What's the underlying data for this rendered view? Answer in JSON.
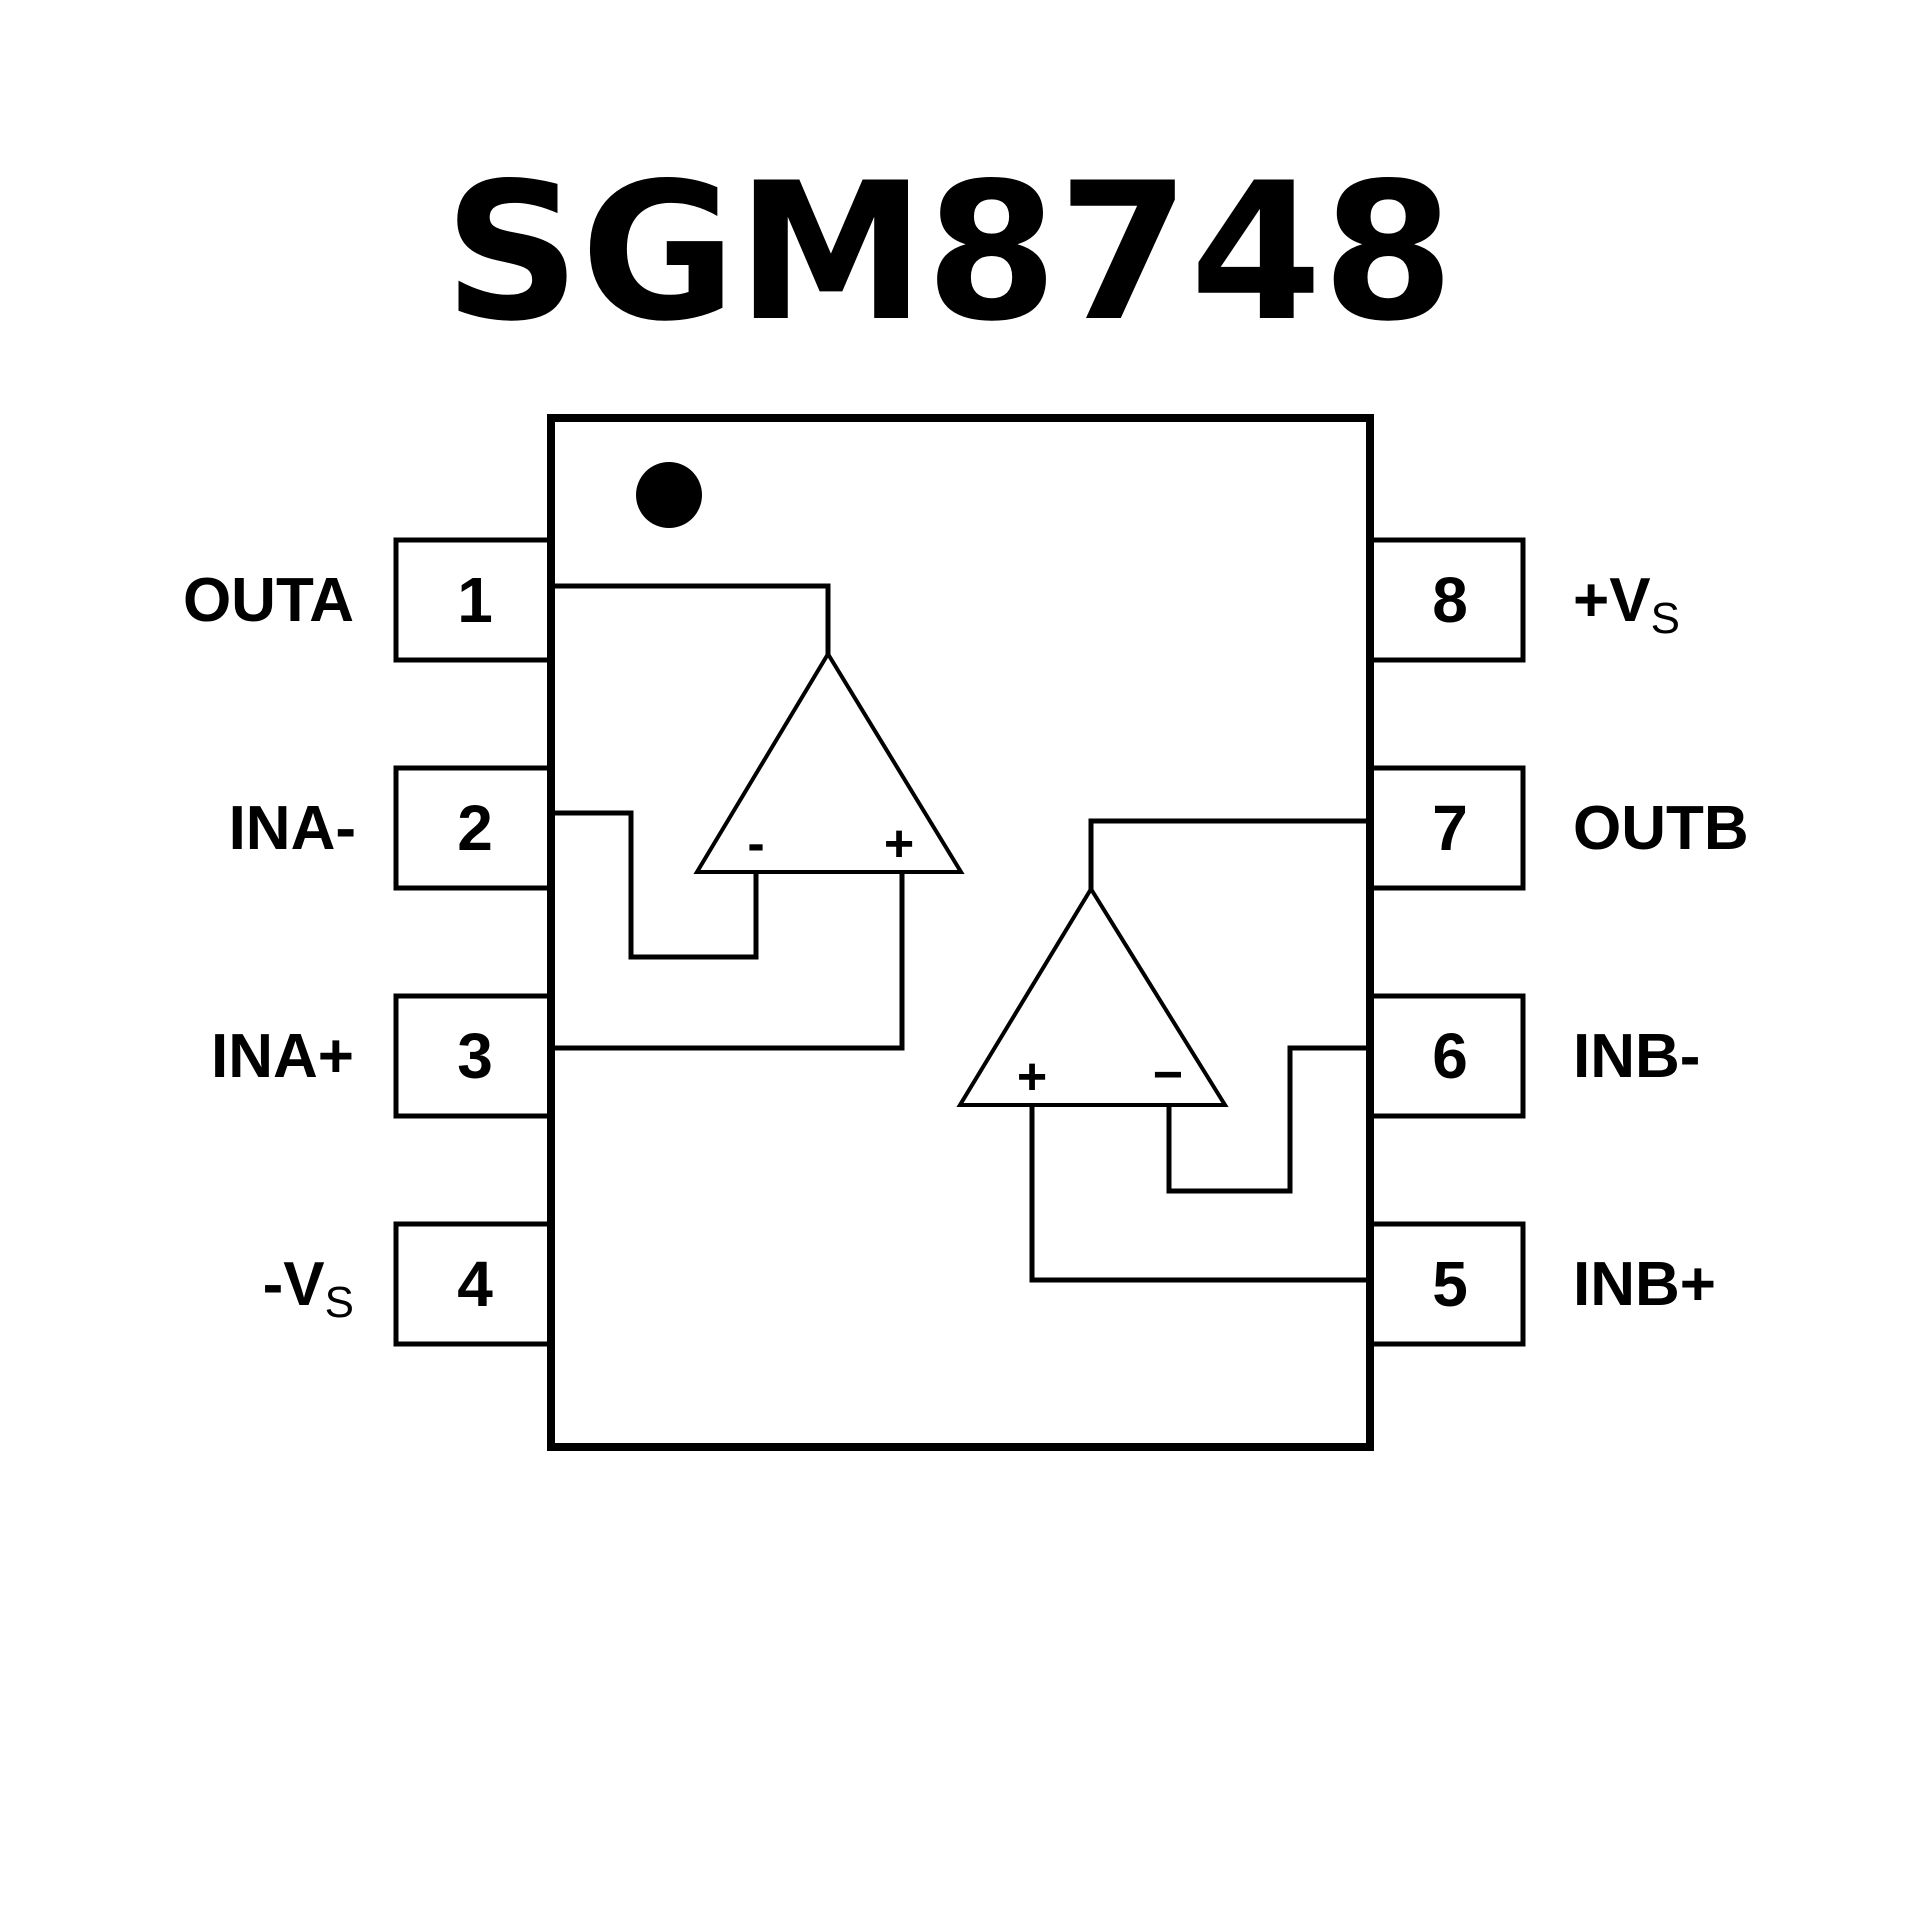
{
  "title": "SGM8748",
  "package": {
    "pin1_marker": "pin-1-indicator-dot",
    "left_pins": [
      {
        "number": "1",
        "label": "OUTA",
        "sub": ""
      },
      {
        "number": "2",
        "label": "INA-",
        "sub": ""
      },
      {
        "number": "3",
        "label": "INA+",
        "sub": ""
      },
      {
        "number": "4",
        "label": "-V",
        "sub": "S"
      }
    ],
    "right_pins": [
      {
        "number": "8",
        "label": "+V",
        "sub": "S"
      },
      {
        "number": "7",
        "label": "OUTB",
        "sub": ""
      },
      {
        "number": "6",
        "label": "INB-",
        "sub": ""
      },
      {
        "number": "5",
        "label": "INB+",
        "sub": ""
      }
    ]
  },
  "amplifiers": [
    {
      "name": "op-amp-a",
      "left_input_sign": "-",
      "right_input_sign": "+"
    },
    {
      "name": "op-amp-b",
      "left_input_sign": "+",
      "right_input_sign": "−"
    }
  ]
}
